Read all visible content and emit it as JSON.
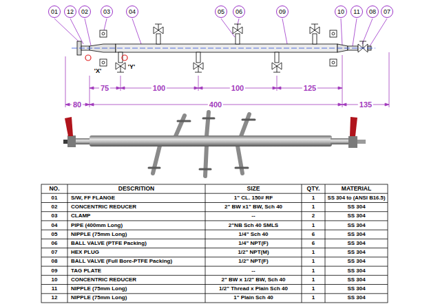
{
  "diagram": {
    "nodes": [
      {
        "text": [
          "01"
        ]
      },
      {
        "text": [
          "12"
        ]
      },
      {
        "text": [
          "02"
        ]
      },
      {
        "text": [
          "03"
        ]
      },
      {
        "text": [
          "04"
        ]
      },
      {
        "text": [
          "05"
        ]
      },
      {
        "text": [
          "06"
        ]
      },
      {
        "text": [
          "09"
        ]
      },
      {
        "text": [
          "10"
        ]
      },
      {
        "text": [
          "11"
        ]
      },
      {
        "text": [
          "08"
        ]
      },
      {
        "text": [
          "07"
        ]
      }
    ],
    "labels": [
      "'X'",
      "'Y'",
      "75",
      "100",
      "100",
      "125",
      "80",
      "400",
      "135",
      "NO.",
      "DESCRITION",
      "SIZE",
      "QTY.",
      "MATERIAL",
      "01",
      "S/W, FF FLANGE",
      "1\" CL. 150# RF",
      "1",
      "SS 304 to (ANSI B16.5)",
      "02",
      "CONCENTRIC REDUCER",
      "2\" BW x1\" BW, Sch 40",
      "1",
      "SS 304",
      "03",
      "CLAMP",
      "--",
      "2",
      "SS 304",
      "04",
      "PIPE (400mm Long)",
      "2\"NB Sch 40 SMLS",
      "1",
      "SS 304",
      "05",
      "NIPPLE (75mm Long)",
      "1/4\" Sch 40",
      "6",
      "SS 304",
      "06",
      "BALL VALVE (PTFE Packing)",
      "1/4\" NPT(F)",
      "6",
      "SS 304",
      "07",
      "HEX PLUG",
      "1/2\" NPT(M)",
      "1",
      "SS 304",
      "08",
      "BALL VALVE (Full Bore-PTFE Packing)",
      "1/2\" NPT(F)",
      "1",
      "SS 304",
      "09",
      "TAG PLATE",
      "--",
      "1",
      "SS 304",
      "10",
      "CONCENTRIC REDUCER",
      "2\" BW x 1/2\" BW, Sch 40",
      "1",
      "SS 304",
      "11",
      "NIPPLE (75mm Long)",
      "1/2\" Thread x Plain Sch 40",
      "1",
      "SS 304",
      "12",
      "NIPPLE (75mm Long)",
      "1\" Plain Sch 40",
      "1",
      "SS 304"
    ]
  }
}
